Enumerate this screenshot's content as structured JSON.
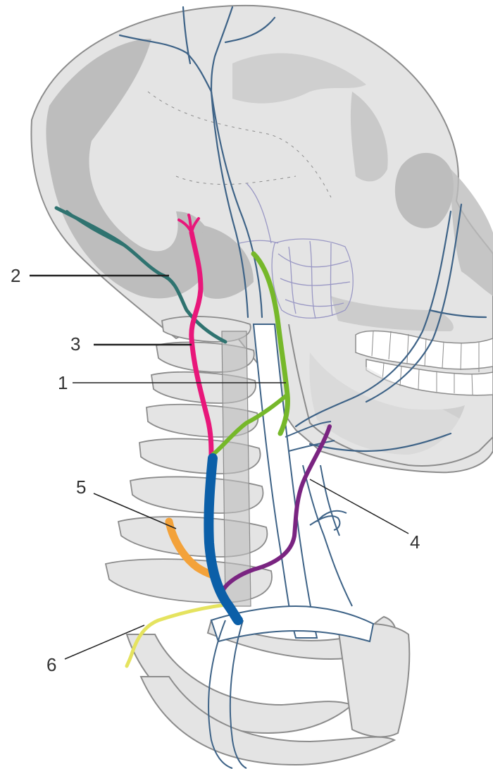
{
  "labels": {
    "l1": "1",
    "l2": "2",
    "l3": "3",
    "l4": "4",
    "l5": "5",
    "l6": "6"
  },
  "colors": {
    "background": "#ffffff",
    "bone_light": "#e4e4e4",
    "bone_shadow": "#bdbdbd",
    "bone_outline": "#8c8c8c",
    "teeth": "#ffffff",
    "vein_thin": "#3e6387",
    "vein_fill": "#ffffff",
    "blue_vein": "#0b5fa8",
    "magenta_vessel": "#e8177a",
    "green_vessel": "#76b82a",
    "teal_vessel": "#2f7370",
    "purple_vessel": "#7a2481",
    "orange_vessel": "#f3a23a",
    "yellow_vessel": "#e5e35f",
    "orbit_lines": "#9a98c4",
    "leader_lines": "#222222"
  }
}
